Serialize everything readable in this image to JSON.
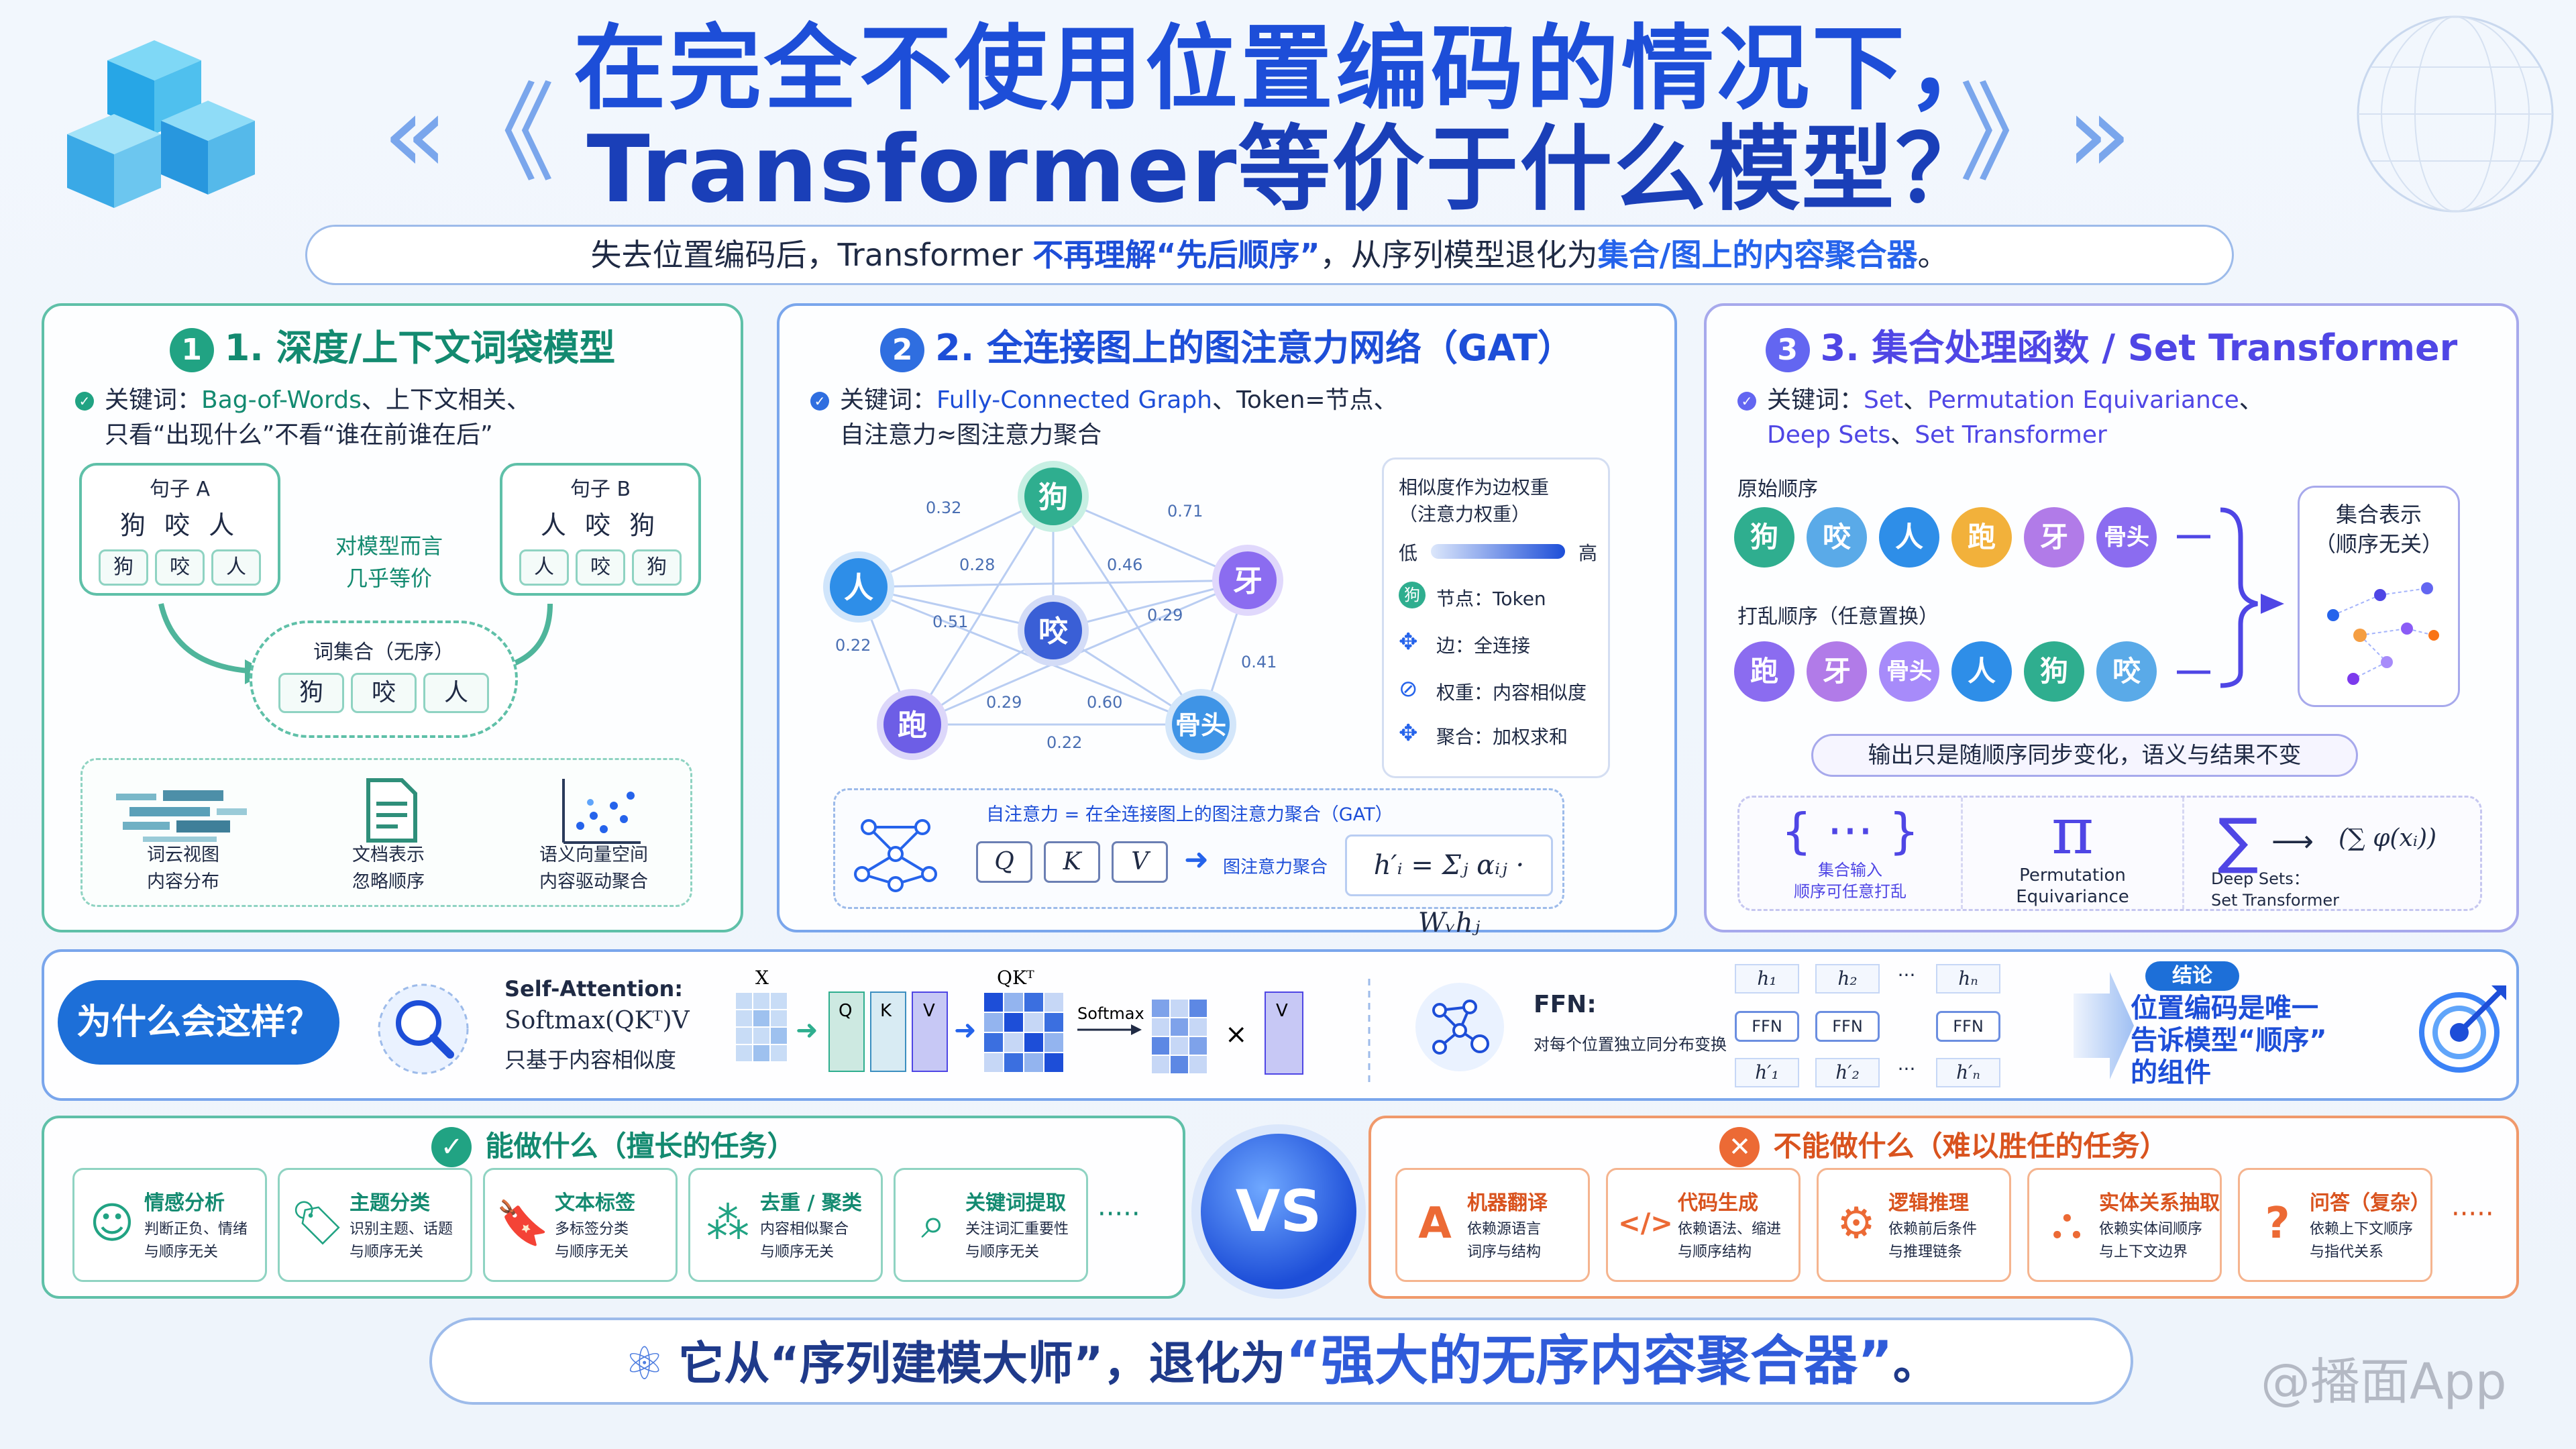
{
  "title": {
    "line1": "在完全不使用位置编码的情况下，",
    "line2": "Transformer等价于什么模型？",
    "chevron_left": "«《",
    "chevron_right": "》»"
  },
  "subtitle": {
    "p1": "失去位置编码后，Transformer ",
    "em1": "不再理解“先后顺序”",
    "p2": "，从序列模型退化为",
    "em2": "集合/图上的内容聚合器",
    "p3": "。"
  },
  "panel1": {
    "num": "1",
    "title": "1. 深度/上下文词袋模型",
    "kw_label": "关键词：",
    "kw_hl": "Bag-of-Words",
    "kw_rest": "、上下文相关、",
    "kw_line2": "只看“出现什么”不看“谁在前谁在后”",
    "sentA": {
      "label": "句子 A",
      "text": "狗 咬 人",
      "chips": [
        "狗",
        "咬",
        "人"
      ]
    },
    "sentB": {
      "label": "句子 B",
      "text": "人 咬 狗",
      "chips": [
        "人",
        "咬",
        "狗"
      ]
    },
    "center_note": "对模型而言\n几乎等价",
    "bag": {
      "label": "词集合（无序）",
      "chips": [
        "狗",
        "咬",
        "人"
      ]
    },
    "items": [
      {
        "label": "词云视图\n内容分布"
      },
      {
        "label": "文档表示\n忽略顺序"
      },
      {
        "label": "语义向量空间\n内容驱动聚合"
      }
    ]
  },
  "panel2": {
    "num": "2",
    "title": "2. 全连接图上的图注意力网络（GAT）",
    "kw_label": "关键词：",
    "kw_hl": "Fully-Connected Graph",
    "kw_rest": "、Token=节点、",
    "kw_line2": "自注意力≈图注意力聚合",
    "nodes": [
      "狗",
      "牙",
      "骨头",
      "跑",
      "人",
      "咬"
    ],
    "weights": [
      "0.32",
      "0.71",
      "0.28",
      "0.46",
      "0.51",
      "0.29",
      "0.22",
      "0.41",
      "0.29",
      "0.60",
      "0.22"
    ],
    "legend": {
      "title": "相似度作为边权重\n（注意力权重）",
      "low": "低",
      "high": "高",
      "node_glyph": "狗",
      "items": [
        "节点：Token",
        "边：全连接",
        "权重：内容相似度",
        "聚合：加权求和"
      ]
    },
    "formula_box": {
      "caption": "自注意力 = 在全连接图上的图注意力聚合（GAT）",
      "q": "Q",
      "k": "K",
      "v": "V",
      "arrow_label": "图注意力聚合",
      "formula": "h′ᵢ = Σⱼ αᵢⱼ · Wᵥhⱼ"
    }
  },
  "panel3": {
    "num": "3",
    "title": "3. 集合处理函数 / Set Transformer",
    "kw_label": "关键词：",
    "kw_hl": "Set",
    "kw_sep": "、",
    "kw_hl2": "Permutation Equivariance",
    "kw_rest": "、",
    "kw_line2a": "Deep Sets",
    "kw_line2b": "Set Transformer",
    "orig_label": "原始顺序",
    "orig_nodes": [
      "狗",
      "咬",
      "人",
      "跑",
      "牙",
      "骨头"
    ],
    "shuf_label": "打乱顺序（任意置换）",
    "shuf_nodes": [
      "跑",
      "牙",
      "骨头",
      "人",
      "狗",
      "咬"
    ],
    "set_box_label": "集合表示\n（顺序无关）",
    "out_note": "输出只是随顺序同步变化，语义与结果不变",
    "sub": [
      {
        "glyph": "{ ··· }",
        "label": "集合输入\n顺序可任意打乱"
      },
      {
        "glyph": "π",
        "label": "Permutation\nEquivariance"
      },
      {
        "glyph": "∑",
        "label": "Deep Sets：\nSet Transformer",
        "formula": "(∑ φ(xᵢ))"
      }
    ]
  },
  "why": {
    "pill": "为什么会这样？",
    "sa_title": "Self-Attention:",
    "sa_formula": "Softmax(QKᵀ)V",
    "sa_note": "只基于内容相似度",
    "x_label": "X",
    "q": "Q",
    "k": "K",
    "v": "V",
    "qkt": "QKᵀ",
    "softmax": "Softmax",
    "times": "×",
    "v2": "V",
    "ffn_title": "FFN:",
    "ffn_note": "对每个位置独立同分布变换",
    "h_top": [
      "h₁",
      "h₂",
      "···",
      "hₙ"
    ],
    "ffn_labels": [
      "FFN",
      "FFN",
      "FFN"
    ],
    "h_bottom": [
      "h′₁",
      "h′₂",
      "···",
      "h′ₙ"
    ],
    "conclusion_tag": "结论",
    "conclusion": "位置编码是唯一\n告诉模型“顺序”\n的组件"
  },
  "can": {
    "title": "能做什么（擅长的任务）",
    "cards": [
      {
        "icon": "☺",
        "name": "情感分析",
        "desc": "判断正负、情绪\n与顺序无关"
      },
      {
        "icon": "🏷",
        "name": "主题分类",
        "desc": "识别主题、话题\n与顺序无关"
      },
      {
        "icon": "🔖",
        "name": "文本标签",
        "desc": "多标签分类\n与顺序无关"
      },
      {
        "icon": "⁂",
        "name": "去重 / 聚类",
        "desc": "内容相似聚合\n与顺序无关"
      },
      {
        "icon": "⌕",
        "name": "关键词提取",
        "desc": "关注词汇重要性\n与顺序无关"
      }
    ],
    "more": "·····"
  },
  "vs": "VS",
  "cannot": {
    "title": "不能做什么（难以胜任的任务）",
    "cards": [
      {
        "icon": "A",
        "name": "机器翻译",
        "desc": "依赖源语言\n词序与结构"
      },
      {
        "icon": "</>",
        "name": "代码生成",
        "desc": "依赖语法、缩进\n与顺序结构"
      },
      {
        "icon": "⚙",
        "name": "逻辑推理",
        "desc": "依赖前后条件\n与推理链条"
      },
      {
        "icon": "⛬",
        "name": "实体关系抽取",
        "desc": "依赖实体间顺序\n与上下文边界"
      },
      {
        "icon": "?",
        "name": "问答（复杂）",
        "desc": "依赖上下文顺序\n与指代关系"
      }
    ],
    "more": "·····"
  },
  "bottom": {
    "p1": "它从“序列建模大师”，退化为",
    "big": "“强大的无序内容聚合器”",
    "p2": "。"
  },
  "watermark": "@播面App",
  "colors": {
    "green": "#138a70",
    "blue": "#1d4ed8",
    "purple": "#4f46e5",
    "orange": "#e9692c"
  }
}
